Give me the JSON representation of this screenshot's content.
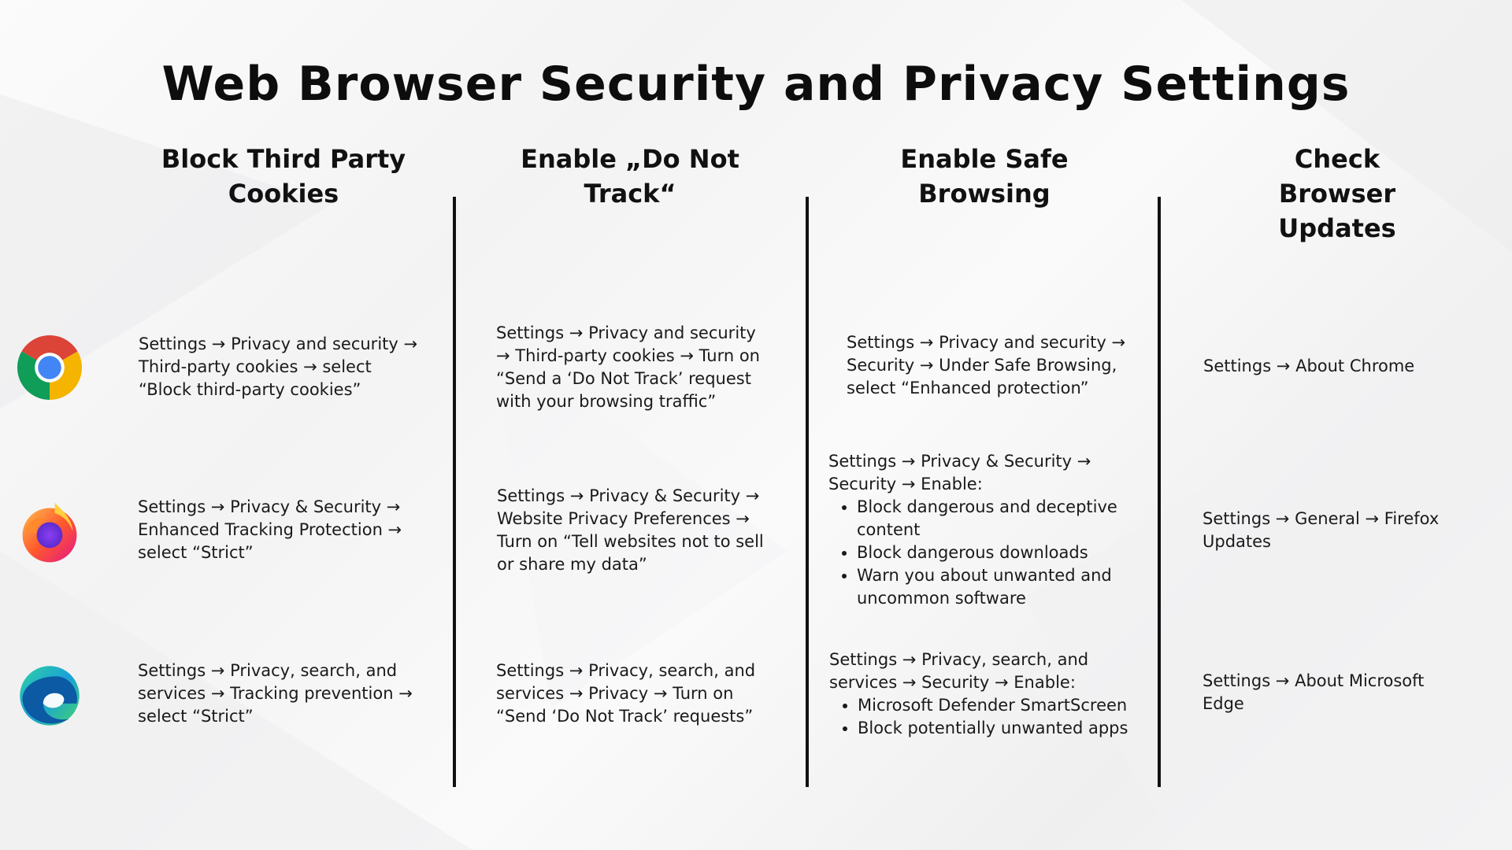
{
  "title": "Web Browser Security and Privacy Settings",
  "columns": [
    {
      "header": "Block Third Party Cookies"
    },
    {
      "header": "Enable „Do Not Track“"
    },
    {
      "header": "Enable Safe Browsing"
    },
    {
      "header": "Check Browser Updates"
    }
  ],
  "browsers": [
    {
      "logo": "chrome-logo-icon"
    },
    {
      "logo": "firefox-logo-icon"
    },
    {
      "logo": "edge-logo-icon"
    }
  ],
  "cells": {
    "chrome": {
      "cookies": "Settings → Privacy and security → Third-party cookies → select “Block third-party cookies”",
      "dnt": "Settings → Privacy and security → Third-party cookies → Turn on “Send a ‘Do Not Track’ request with your browsing traffic”",
      "safe": "Settings → Privacy and security → Security → Under Safe Browsing, select “Enhanced protection”",
      "updates": "Settings → About Chrome"
    },
    "firefox": {
      "cookies": "Settings → Privacy & Security → Enhanced Tracking Protection → select “Strict”",
      "dnt": "Settings → Privacy & Security → Website Privacy Preferences → Turn on “Tell websites not to sell or share my data”",
      "safe_intro": "Settings → Privacy & Security → Security → Enable:",
      "safe_items": [
        "Block dangerous and deceptive content",
        "Block dangerous downloads",
        "Warn you about unwanted and uncommon software"
      ],
      "updates": "Settings → General → Firefox Updates"
    },
    "edge": {
      "cookies": "Settings → Privacy, search, and services → Tracking prevention → select “Strict”",
      "dnt": "Settings → Privacy, search, and services → Privacy → Turn on “Send ‘Do Not Track’ requests”",
      "safe_intro": "Settings → Privacy, search, and services → Security → Enable:",
      "safe_items": [
        "Microsoft Defender SmartScreen",
        "Block potentially unwanted apps"
      ],
      "updates": "Settings → About Microsoft Edge"
    }
  }
}
